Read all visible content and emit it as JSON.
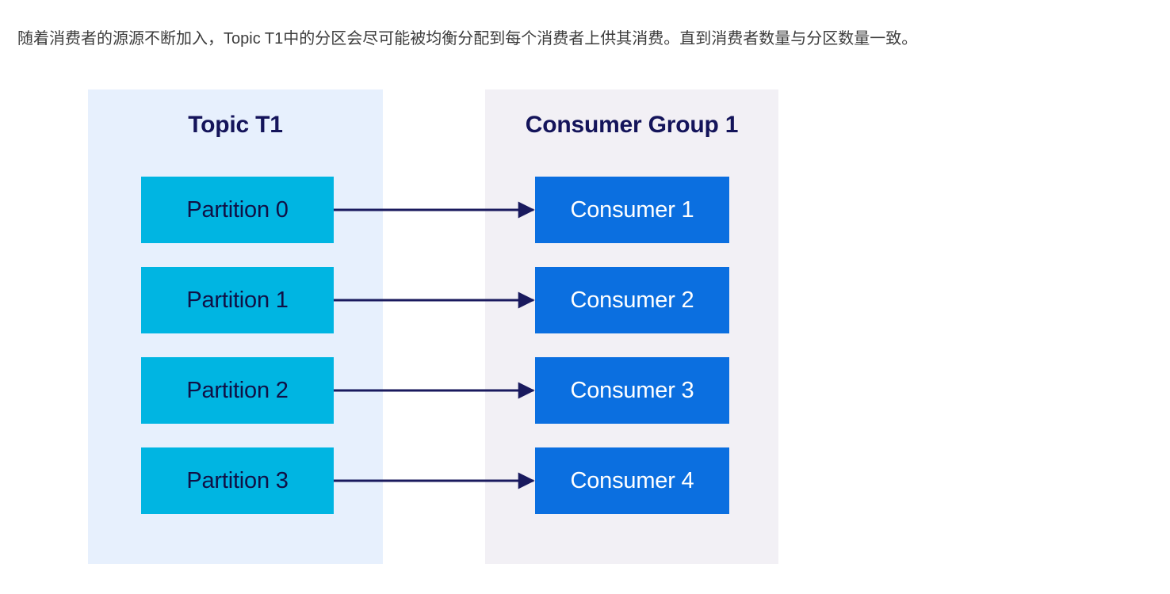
{
  "caption": {
    "text": "随着消费者的源源不断加入，Topic T1中的分区会尽可能被均衡分配到每个消费者上供其消费。直到消费者数量与分区数量一致。",
    "color": "#3c3c3c"
  },
  "diagram": {
    "type": "flow",
    "colors": {
      "topic_panel_bg": "#e7f0fd",
      "group_panel_bg": "#f2f0f5",
      "partition_fill": "#00b5e2",
      "partition_text": "#101045",
      "consumer_fill": "#0b6fe0",
      "consumer_text": "#ffffff",
      "title_text": "#14145a",
      "arrow": "#1a1a5e"
    },
    "topic_panel": {
      "title": "Topic T1",
      "partitions": [
        {
          "label": "Partition 0"
        },
        {
          "label": "Partition 1"
        },
        {
          "label": "Partition 2"
        },
        {
          "label": "Partition 3"
        }
      ]
    },
    "group_panel": {
      "title": "Consumer Group 1",
      "consumers": [
        {
          "label": "Consumer 1"
        },
        {
          "label": "Consumer 2"
        },
        {
          "label": "Consumer 3"
        },
        {
          "label": "Consumer 4"
        }
      ]
    },
    "connections": [
      {
        "from": "Partition 0",
        "to": "Consumer 1"
      },
      {
        "from": "Partition 1",
        "to": "Consumer 2"
      },
      {
        "from": "Partition 2",
        "to": "Consumer 3"
      },
      {
        "from": "Partition 3",
        "to": "Consumer 4"
      }
    ]
  }
}
